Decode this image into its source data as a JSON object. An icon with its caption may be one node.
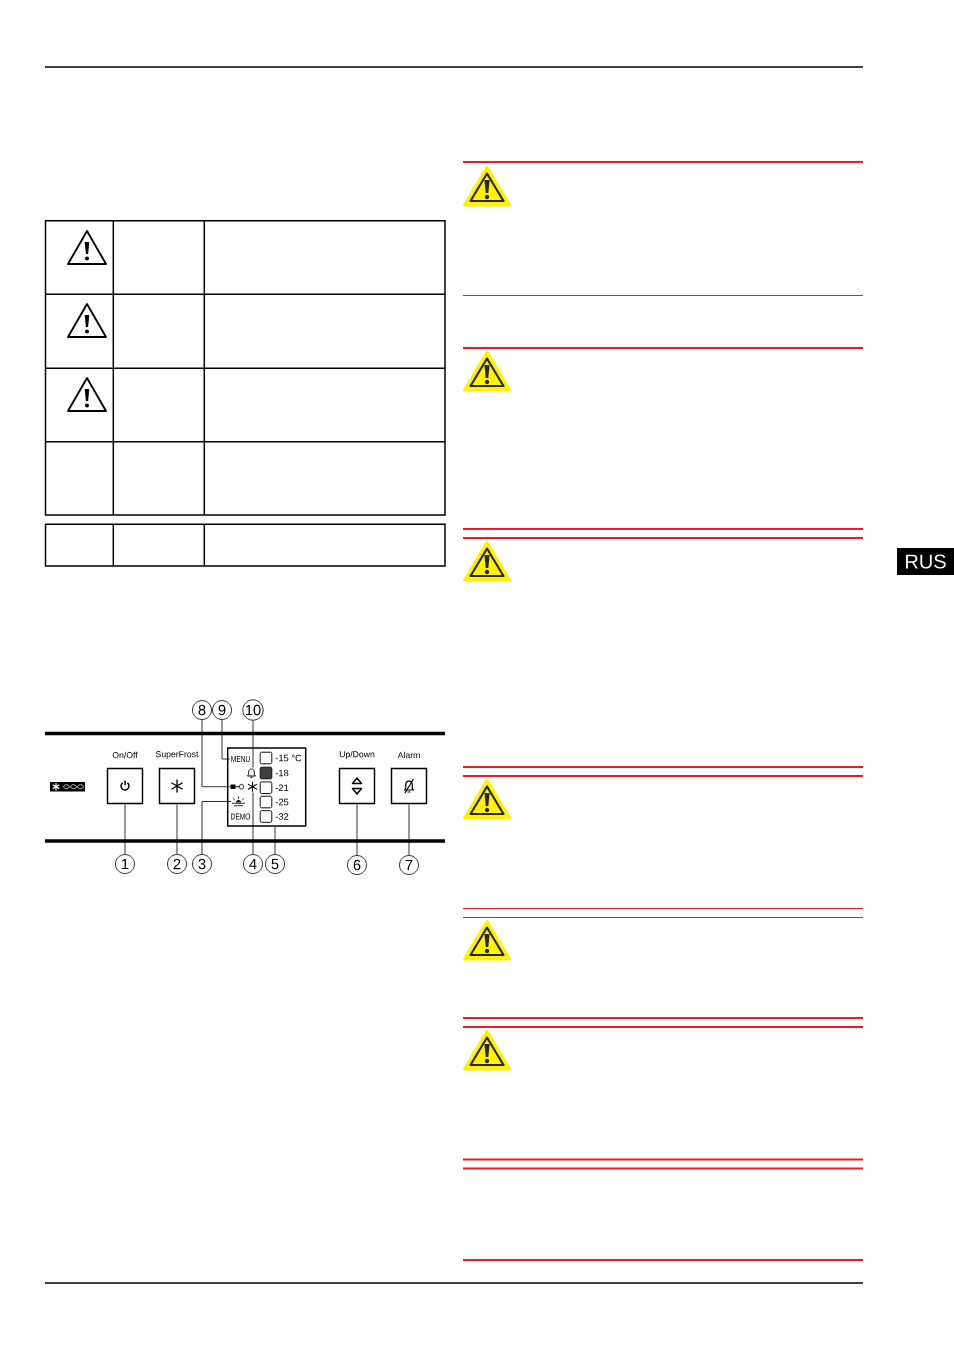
{
  "diagram": {
    "nodes": [
      {
        "text": [
          "8"
        ]
      },
      {
        "text": [
          "9"
        ]
      },
      {
        "text": [
          "10"
        ]
      },
      {
        "text": [
          "On/Off"
        ]
      },
      {
        "text": [
          "SuperFrost"
        ]
      },
      {
        "text": [
          "-15 °C",
          "-18",
          "-21",
          "-25",
          "DEMO",
          "-32"
        ]
      },
      {
        "text": [
          "MENU"
        ],
        "in": 5
      },
      {
        "text": [],
        "shape": "picture",
        "in": 5
      },
      {
        "text": [],
        "shape": "picture",
        "in": 5
      },
      {
        "text": [],
        "shape": "picture",
        "in": 5
      },
      {
        "text": [],
        "shape": "picture",
        "in": 5
      },
      {
        "text": [
          "Up/Down"
        ]
      },
      {
        "text": [
          "Alarm"
        ]
      },
      {
        "text": [
          "1"
        ]
      },
      {
        "text": [
          "2"
        ]
      },
      {
        "text": [
          "3"
        ]
      },
      {
        "text": [
          "4"
        ]
      },
      {
        "text": [
          "5"
        ]
      },
      {
        "text": [
          "6"
        ]
      },
      {
        "text": [
          "7"
        ]
      }
    ],
    "edges": [
      {
        "from": 0,
        "to": 8,
        "arrow": "none"
      },
      {
        "from": 1,
        "to": 6,
        "arrow": "none"
      },
      {
        "from": 2,
        "to": 7,
        "arrow": "none"
      },
      {
        "from": 13,
        "to": 3,
        "arrow": "none"
      },
      {
        "from": 14,
        "to": 4,
        "arrow": "none"
      },
      {
        "from": 15,
        "to": 10,
        "arrow": "none"
      },
      {
        "from": 16,
        "to": 9,
        "arrow": "none"
      },
      {
        "from": 17,
        "to": 5,
        "arrow": "none"
      },
      {
        "from": 18,
        "to": 11,
        "arrow": "none"
      },
      {
        "from": 19,
        "to": 12,
        "arrow": "none"
      }
    ],
    "labels": [
      "RUS"
    ]
  }
}
